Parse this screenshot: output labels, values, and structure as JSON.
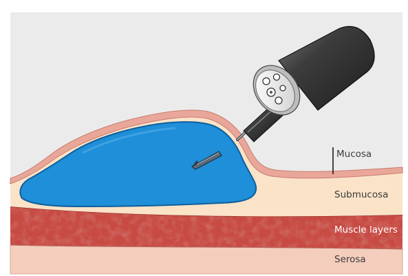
{
  "labels": {
    "mucosa": "Mucosa",
    "submucosa": "Submucosa",
    "muscle_layers": "Muscle layers",
    "serosa": "Serosa"
  },
  "colors": {
    "background": "#ebebeb",
    "mucosa": "#e9a79a",
    "mucosa_edge": "#c77b6c",
    "submucosa": "#fbe3c8",
    "muscle": "#c74a43",
    "muscle_dark": "#a5322c",
    "serosa": "#f4cdbd",
    "injected_fluid": "#1e8fd8",
    "fluid_edge": "#0f5f9e",
    "label_light": "#ffffff",
    "label_dark": "#3a3a3a"
  },
  "icons": {
    "device": "endoscope-tip-icon",
    "instrument": "needle-knife-icon"
  }
}
